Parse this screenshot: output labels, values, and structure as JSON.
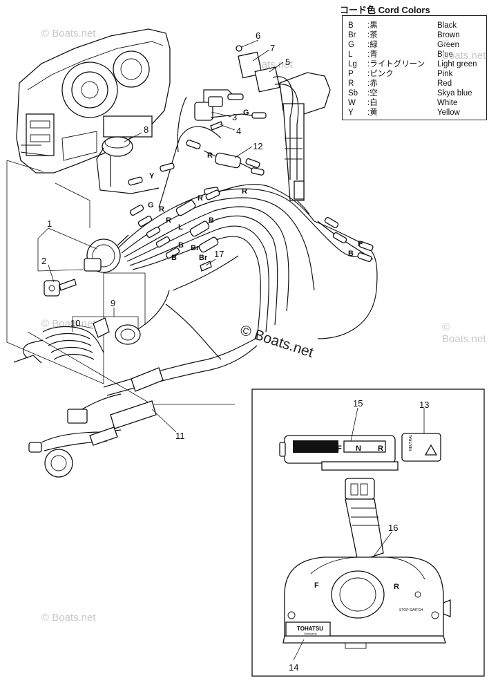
{
  "legend": {
    "title": "コード色 Cord Colors",
    "rows": [
      {
        "code": "B",
        "jp": ":黒",
        "en": "Black"
      },
      {
        "code": "Br",
        "jp": ":茶",
        "en": "Brown"
      },
      {
        "code": "G",
        "jp": ":緑",
        "en": "Green"
      },
      {
        "code": "L",
        "jp": ":青",
        "en": "Blue"
      },
      {
        "code": "Lg",
        "jp": ":ライトグリーン",
        "en": "Light green"
      },
      {
        "code": "P",
        "jp": ":ピンク",
        "en": "Pink"
      },
      {
        "code": "R",
        "jp": ":赤",
        "en": "Red"
      },
      {
        "code": "Sb",
        "jp": ":空",
        "en": "Skya blue"
      },
      {
        "code": "W",
        "jp": ":白",
        "en": "White"
      },
      {
        "code": "Y",
        "jp": ":黄",
        "en": "Yellow"
      }
    ]
  },
  "watermark": {
    "main": "© Boats.net",
    "faint": "© Boats.net"
  },
  "callouts": [
    "1",
    "2",
    "3",
    "4",
    "5",
    "6",
    "7",
    "8",
    "9",
    "10",
    "11",
    "12",
    "13",
    "14",
    "15",
    "16",
    "17"
  ],
  "wire_labels": {
    "g1": "G",
    "r1": "R",
    "r2": "R",
    "y1": "Y",
    "g2": "G",
    "r3": "R",
    "r4": "R",
    "r5": "R",
    "l1": "L",
    "b1": "B",
    "b2": "B",
    "b3": "B",
    "br1": "Br",
    "br2": "Br",
    "p1": "P",
    "b4": "B"
  },
  "control_box": {
    "indicator_f": "F",
    "indicator_n": "N",
    "indicator_r": "R",
    "lever_f": "F",
    "lever_r": "R",
    "stop_switch": "STOP SWITCH",
    "brand": "TOHATSU",
    "brand_sub": "Outboards",
    "neutral_label": "NEUTRAL"
  }
}
